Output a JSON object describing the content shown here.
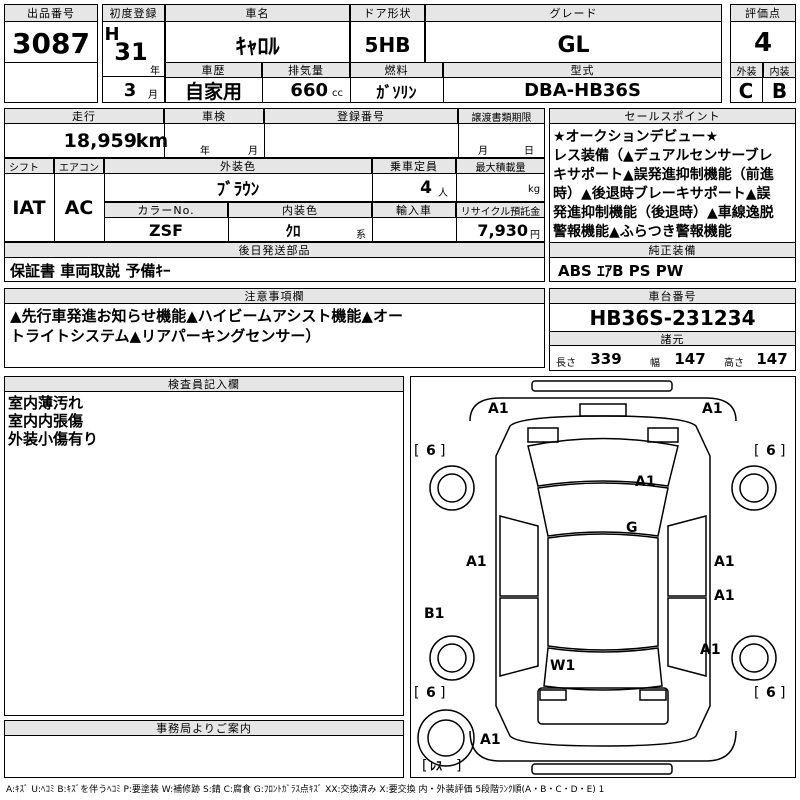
{
  "header": {
    "lot_label": "出品番号",
    "lot": "3087",
    "first_reg_label": "初度登録",
    "era": "H",
    "year": "31",
    "year_unit": "年",
    "month": "3",
    "month_unit": "月",
    "name_label": "車名",
    "name": "ｷｬﾛﾙ",
    "door_label": "ドア形状",
    "door": "5HB",
    "grade_label": "グレード",
    "grade": "GL",
    "score_label": "評価点",
    "score": "4",
    "history_label": "車歴",
    "history": "自家用",
    "displacement_label": "排気量",
    "displacement": "660",
    "displacement_unit": "cc",
    "fuel_label": "燃料",
    "fuel": "ｶﾞｿﾘﾝ",
    "model_label": "型式",
    "model": "DBA-HB36S",
    "ext_label": "外装",
    "ext_grade": "C",
    "int_label": "内装",
    "int_grade": "B"
  },
  "info": {
    "mileage_label": "走行",
    "mileage": "18,959",
    "mileage_unit": "km",
    "inspection_label": "車検",
    "insp_year": "年",
    "insp_month": "月",
    "plate_label": "登録番号",
    "transfer_label": "譲渡書類期限",
    "transfer_month": "月",
    "transfer_day": "日",
    "shift_label": "シフト",
    "shift": "IAT",
    "ac_label": "エアコン",
    "ac": "AC",
    "color_label": "外装色",
    "color": "ﾌﾞﾗｳﾝ",
    "seats_label": "乗車定員",
    "seats": "4",
    "seats_unit": "人",
    "load_label": "最大積載量",
    "load_unit": "kg",
    "color_no_label": "カラーNo.",
    "color_no": "ZSF",
    "interior_color_label": "内装色",
    "interior_color": "ｸﾛ",
    "interior_unit": "系",
    "import_label": "輸入車",
    "recycle_label": "リサイクル預託金",
    "recycle": "7,930",
    "recycle_unit": "円",
    "later_parts_label": "後日発送部品",
    "later_parts": "保証書  車両取説  予備ｷｰ"
  },
  "sales_points": {
    "label": "セールスポイント",
    "lines": [
      "★オークションデビュー★",
      "レス装備（▲デュアルセンサーブレ",
      "キサポート▲誤発進抑制機能（前進",
      "時）▲後退時ブレーキサポート▲誤",
      "発進抑制機能（後退時）▲車線逸脱",
      "警報機能▲ふらつき警報機能"
    ]
  },
  "factory_equipment": {
    "label": "純正装備",
    "value": "ABS  ｴｱB  PS  PW"
  },
  "notes": {
    "label": "注意事項欄",
    "lines": [
      "▲先行車発進お知らせ機能▲ハイビームアシスト機能▲オー",
      "トライトシステム▲リアパーキングセンサー）"
    ]
  },
  "chassis": {
    "label": "車台番号",
    "number": "HB36S-231234",
    "dims_label": "諸元",
    "length_label": "長さ",
    "length": "339",
    "width_label": "幅",
    "width": "147",
    "height_label": "高さ",
    "height": "147"
  },
  "inspector": {
    "label": "検査員記入欄",
    "lines": [
      "室内薄汚れ",
      "室内内張傷",
      "外装小傷有り"
    ]
  },
  "office": {
    "label": "事務局よりご案内"
  },
  "diagram": {
    "front_left": "A1",
    "front_right": "A1",
    "tire_fl": "6",
    "tire_fr": "6",
    "tire_rl": "6",
    "tire_rr": "6",
    "hood": "A1",
    "windshield": "G",
    "left_front_door": "A1",
    "right_front_door": "A1",
    "right_rear_door": "A1",
    "left_rear_fender": "B1",
    "right_rear_fender": "A1",
    "rear_window": "W1",
    "rear_bumper": "A1",
    "spare": "ﾚｽ"
  },
  "legend": "A:ｷｽﾞ U:ﾍｺﾐ B:ｷｽﾞを伴うﾍｺﾐ P:要塗装 W:補修跡 S:錆 C:腐食 G:ﾌﾛﾝﾄｶﾞﾗｽ点ｷｽﾞ XX:交換済み X:要交換  内・外装評価 5段階ﾗﾝｸ順(A・B・C・D・E) 1"
}
